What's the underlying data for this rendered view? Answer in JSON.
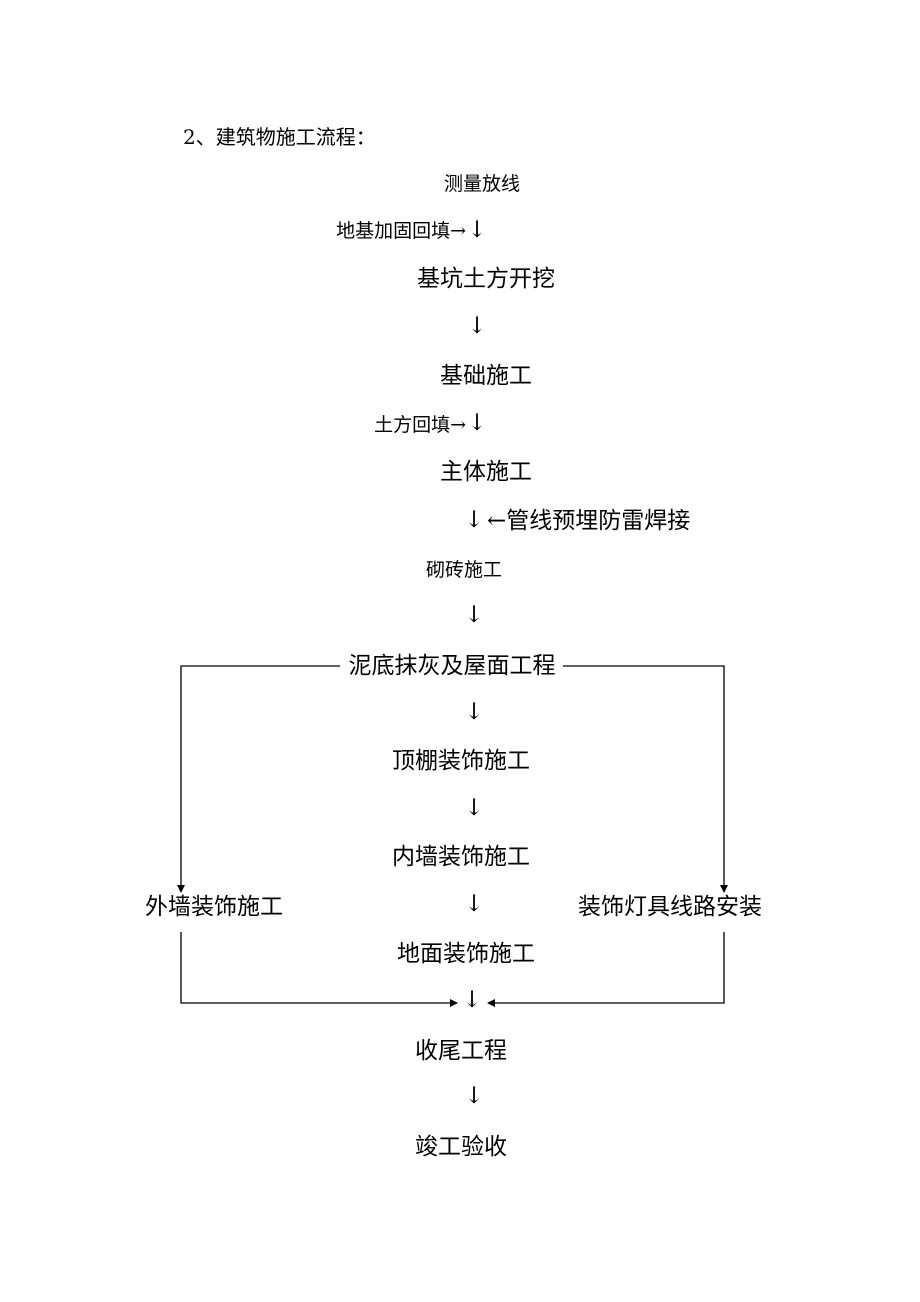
{
  "heading": "2、建筑物施工流程：",
  "steps": {
    "survey": "测量放线",
    "side_foundation_backfill": "地基加固回填→",
    "pit_excavation": "基坑土方开挖",
    "foundation": "基础施工",
    "side_earth_backfill": "土方回填→",
    "main_structure": "主体施工",
    "side_pipes": "←管线预埋防雷焊接",
    "masonry": "砌砖施工",
    "plastering_roof": "泥底抹灰及屋面工程",
    "ceiling": "顶棚装饰施工",
    "interior_wall": "内墙装饰施工",
    "exterior_wall": "外墙装饰施工",
    "lighting": "装饰灯具线路安装",
    "floor": "地面装饰施工",
    "finishing": "收尾工程",
    "acceptance": "竣工验收"
  },
  "arrow_glyph": "↓"
}
